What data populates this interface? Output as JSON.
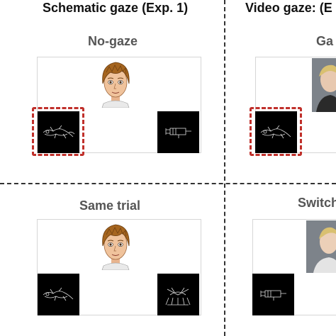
{
  "columns": {
    "left_header": "Schematic gaze (Exp. 1)",
    "right_header": "Video gaze: (E"
  },
  "panels": {
    "top_left_label": "No-gaze",
    "top_right_label": "Ga",
    "bottom_left_label": "Same trial",
    "bottom_right_label": "Switch"
  },
  "colors": {
    "selection_dash": "#c0302b",
    "divider": "#333333",
    "stimulus_bg": "#000000"
  }
}
